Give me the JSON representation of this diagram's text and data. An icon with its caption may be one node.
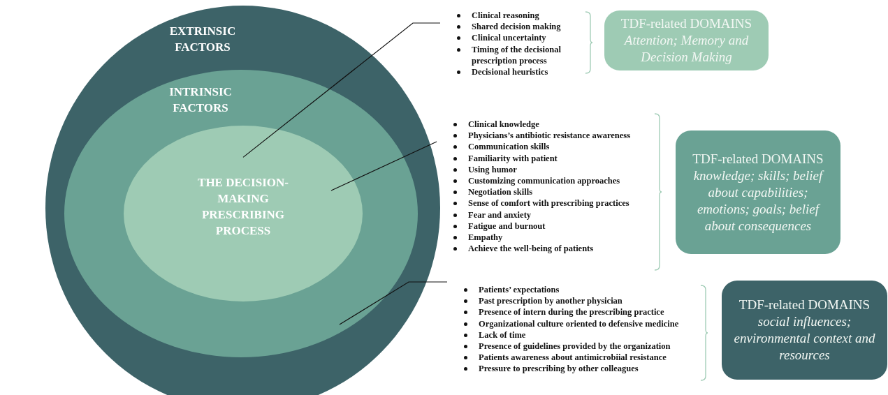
{
  "diagram": {
    "nodes": [
      {
        "text": [
          "EXTRINSIC FACTORS"
        ]
      },
      {
        "text": [
          "INTRINSIC FACTORS"
        ],
        "in": 0
      },
      {
        "text": [
          "THE DECISION-MAKING PRESCRIBING PROCESS"
        ],
        "in": 1
      },
      {
        "text": [
          "Clinical reasoning",
          "Shared decision making",
          "Clinical uncertainty",
          "Timing of the decisional prescription process",
          "Decisional heuristics"
        ]
      },
      {
        "text": [
          "TDF-related DOMAINS",
          "Attention; Memory and Decision Making"
        ]
      },
      {
        "text": [
          "Clinical knowledge",
          "Physicians’s antibiotic resistance awareness",
          "Communication skills",
          "Familiarity with patient",
          "Using humor",
          "Customizing communication approaches",
          "Negotiation skills",
          "Sense of comfort with prescribing practices",
          "Fear and anxiety",
          "Fatigue and burnout",
          "Empathy",
          "Achieve the well-being of patients"
        ]
      },
      {
        "text": [
          "TDF-related DOMAINS",
          "knowledge; skills; belief about capabilities; emotions; goals; belief about consequences"
        ]
      },
      {
        "text": [
          "Patients’ expectations",
          "Past prescription by another physician",
          "Presence of intern during the prescribing practice",
          "Organizational culture oriented to defensive medicine",
          "Lack of time",
          "Presence of guidelines provided by the organization",
          "Patients awareness about antimicrobiial resistance",
          "Pressure to prescribing by other colleagues"
        ]
      },
      {
        "text": [
          "TDF-related DOMAINS",
          "social influences; environmental context and resources"
        ]
      }
    ],
    "edges": [
      {
        "from": 3,
        "to": 2,
        "arrow": "none"
      },
      {
        "from": 5,
        "to": 1,
        "arrow": "none"
      },
      {
        "from": 7,
        "to": 0,
        "arrow": "none"
      }
    ]
  }
}
